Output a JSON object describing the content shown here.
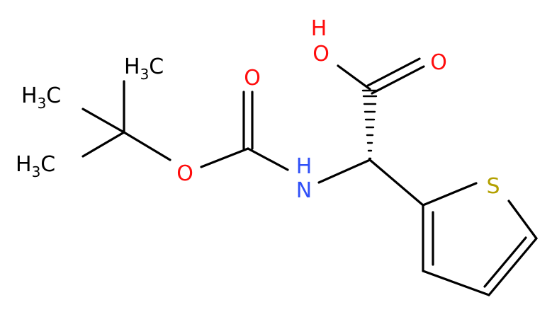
{
  "colors": {
    "bond": "#000000",
    "oxygen": "#ff0d0d",
    "nitrogen": "#3050f8",
    "sulfur": "#b3a000",
    "carbon": "#000000"
  },
  "atoms": {
    "hydroxyl_h": "H",
    "hydroxyl_o": "O",
    "carbonyl_o_acid": "O",
    "carbonyl_o_boc": "O",
    "ester_o": "O",
    "amine_n": "N",
    "amine_h": "H",
    "sulfur": "S",
    "methyl_top": {
      "main": "H",
      "sub": "3",
      "tail": "C"
    },
    "methyl_mid": {
      "main": "H",
      "sub": "3",
      "tail": "C"
    },
    "methyl_bot": {
      "main": "H",
      "sub": "3",
      "tail": "C"
    }
  }
}
